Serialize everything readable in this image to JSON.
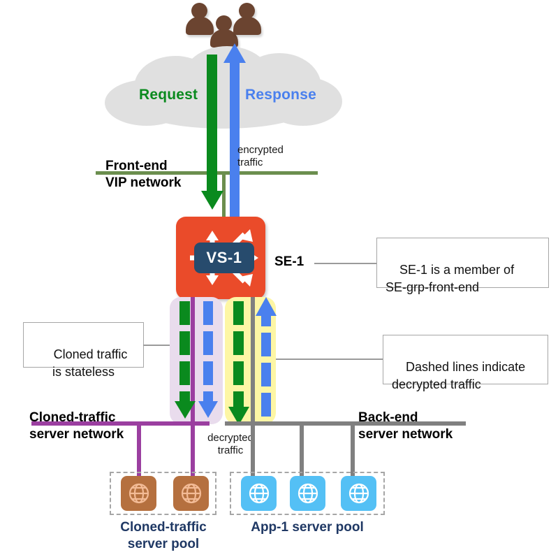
{
  "diagram": {
    "title": "SE cloned traffic and back-end server pool topology",
    "clients": {
      "icon": "users-icon",
      "count": 3
    },
    "cloud": {
      "icon": "cloud-icon"
    },
    "flows": {
      "request_label": "Request",
      "response_label": "Response",
      "encrypted_note": "encrypted\ntraffic",
      "decrypted_note": "decrypted\ntraffic"
    },
    "networks": {
      "front_end": "Front-end\nVIP network",
      "cloned_traffic": "Cloned-traffic\nserver network",
      "back_end": "Back-end\nserver network"
    },
    "service_engine": {
      "name": "SE-1",
      "virtual_service": "VS-1",
      "icon": "service-engine-icon"
    },
    "callouts": [
      {
        "id": "se-membership",
        "text": "SE-1 is a member of\nSE-grp-front-end"
      },
      {
        "id": "cloned-stateless",
        "text": "Cloned traffic\nis stateless"
      },
      {
        "id": "dashed-legend",
        "text": "Dashed lines indicate\ndecrypted traffic"
      }
    ],
    "pools": [
      {
        "id": "cloned-traffic-pool",
        "label": "Cloned-traffic\nserver pool",
        "servers": 2,
        "server_icon": "globe-icon"
      },
      {
        "id": "app-1-pool",
        "label": "App-1 server pool",
        "servers": 3,
        "server_icon": "globe-icon"
      }
    ],
    "colors": {
      "request_green": "#0a8a1e",
      "response_blue": "#4a80ee",
      "front_end_network": "#6b8e4e",
      "cloned_network": "#9b3fa0",
      "back_end_network": "#808080",
      "se_box": "#ea4b2a",
      "vs_badge": "#274b6d",
      "cloned_band": "#e9dced",
      "backend_band": "#fdf6a5",
      "cloud": "#e0e0e0",
      "client_icon": "#6b4430",
      "app_server": "#54c0f5",
      "cloned_server": "#b5703f",
      "pool_label": "#1f3864"
    }
  }
}
